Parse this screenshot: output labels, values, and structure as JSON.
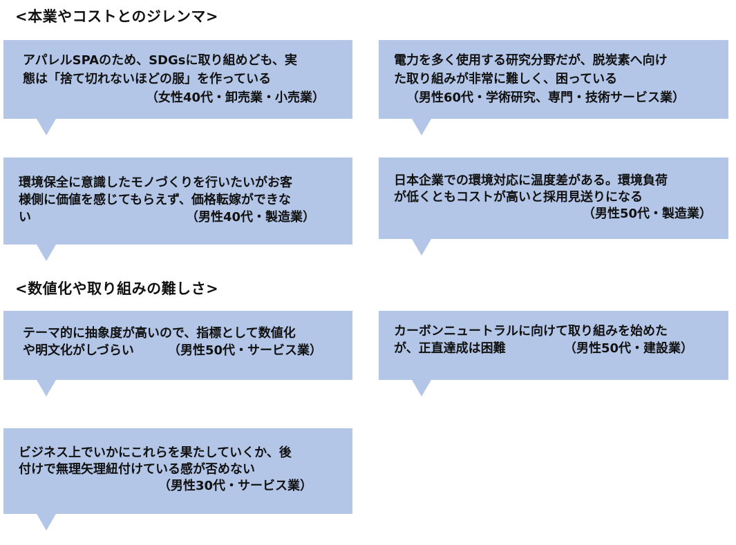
{
  "sections": {
    "dilemma_heading": "<本業やコストとのジレンマ>",
    "quantify_heading": "<数値化や取り組みの難しさ>"
  },
  "comments": [
    {
      "lines": [
        "アパレルSPAのため、SDGsに取り組めども、実",
        "態は「捨て切れないほどの服」を作っている",
        "（女性40代・卸売業・小売業）"
      ]
    },
    {
      "lines": [
        "電力を多く使用する研究分野だが、脱炭素へ向け",
        "た取り組みが非常に難しく、困っている",
        "（男性60代・学術研究、専門・技術サービス業）"
      ]
    },
    {
      "lines": [
        "環境保全に意識したモノづくりを行いたいがお客",
        "様側に価値を感じてもらえず、価格転嫁ができな",
        "い",
        "（男性40代・製造業）"
      ]
    },
    {
      "lines": [
        "日本企業での環境対応に温度差がある。環境負荷",
        "が低くともコストが高いと採用見送りになる",
        "（男性50代・製造業）"
      ]
    },
    {
      "lines": [
        "テーマ的に抽象度が高いので、指標として数値化",
        "や明文化がしづらい",
        "（男性50代・サービス業）"
      ]
    },
    {
      "lines": [
        "カーボンニュートラルに向けて取り組みを始めた",
        "が、正直達成は困難",
        "（男性50代・建設業）"
      ]
    },
    {
      "lines": [
        "ビジネス上でいかにこれらを果たしていくか、後",
        "付けで無理矢理紐付けている感が否めない",
        "（男性30代・サービス業）"
      ]
    }
  ]
}
